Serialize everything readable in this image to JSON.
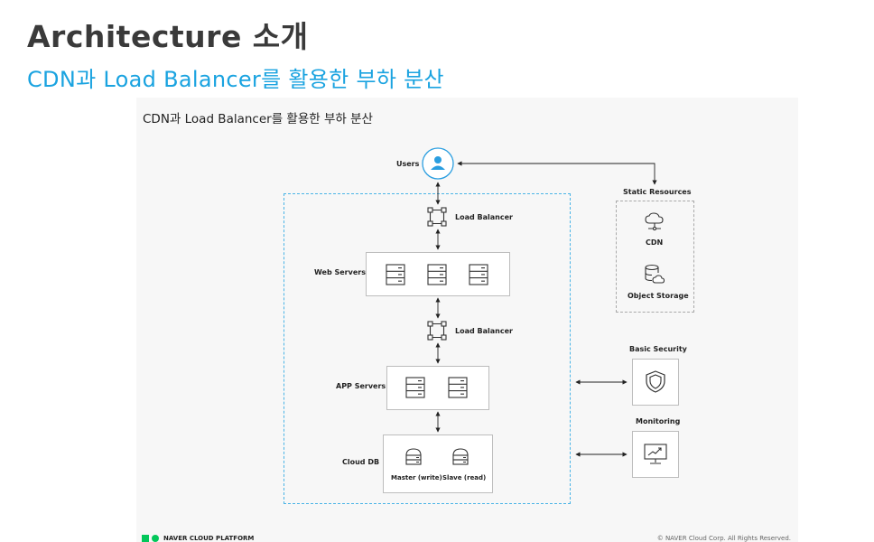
{
  "slide": {
    "title": "Architecture 소개",
    "subtitle": "CDN과 Load Balancer를 활용한 부하 분산"
  },
  "diagram": {
    "title": "CDN과 Load Balancer를 활용한 부하 분산",
    "users": "Users",
    "load_balancer_1": "Load Balancer",
    "load_balancer_2": "Load Balancer",
    "web_servers": "Web Servers",
    "app_servers": "APP Servers",
    "cloud_db": "Cloud DB",
    "db_master": "Master (write)",
    "db_slave": "Slave (read)",
    "static_resources": "Static Resources",
    "cdn": "CDN",
    "object_storage": "Object Storage",
    "basic_security": "Basic Security",
    "monitoring": "Monitoring"
  },
  "footer": {
    "brand": "NAVER CLOUD PLATFORM",
    "copyright": "© NAVER Cloud Corp. All Rights Reserved."
  },
  "colors": {
    "title": "#3a3a3a",
    "accent": "#1aa3e0",
    "logo_green": "#03c75a"
  }
}
